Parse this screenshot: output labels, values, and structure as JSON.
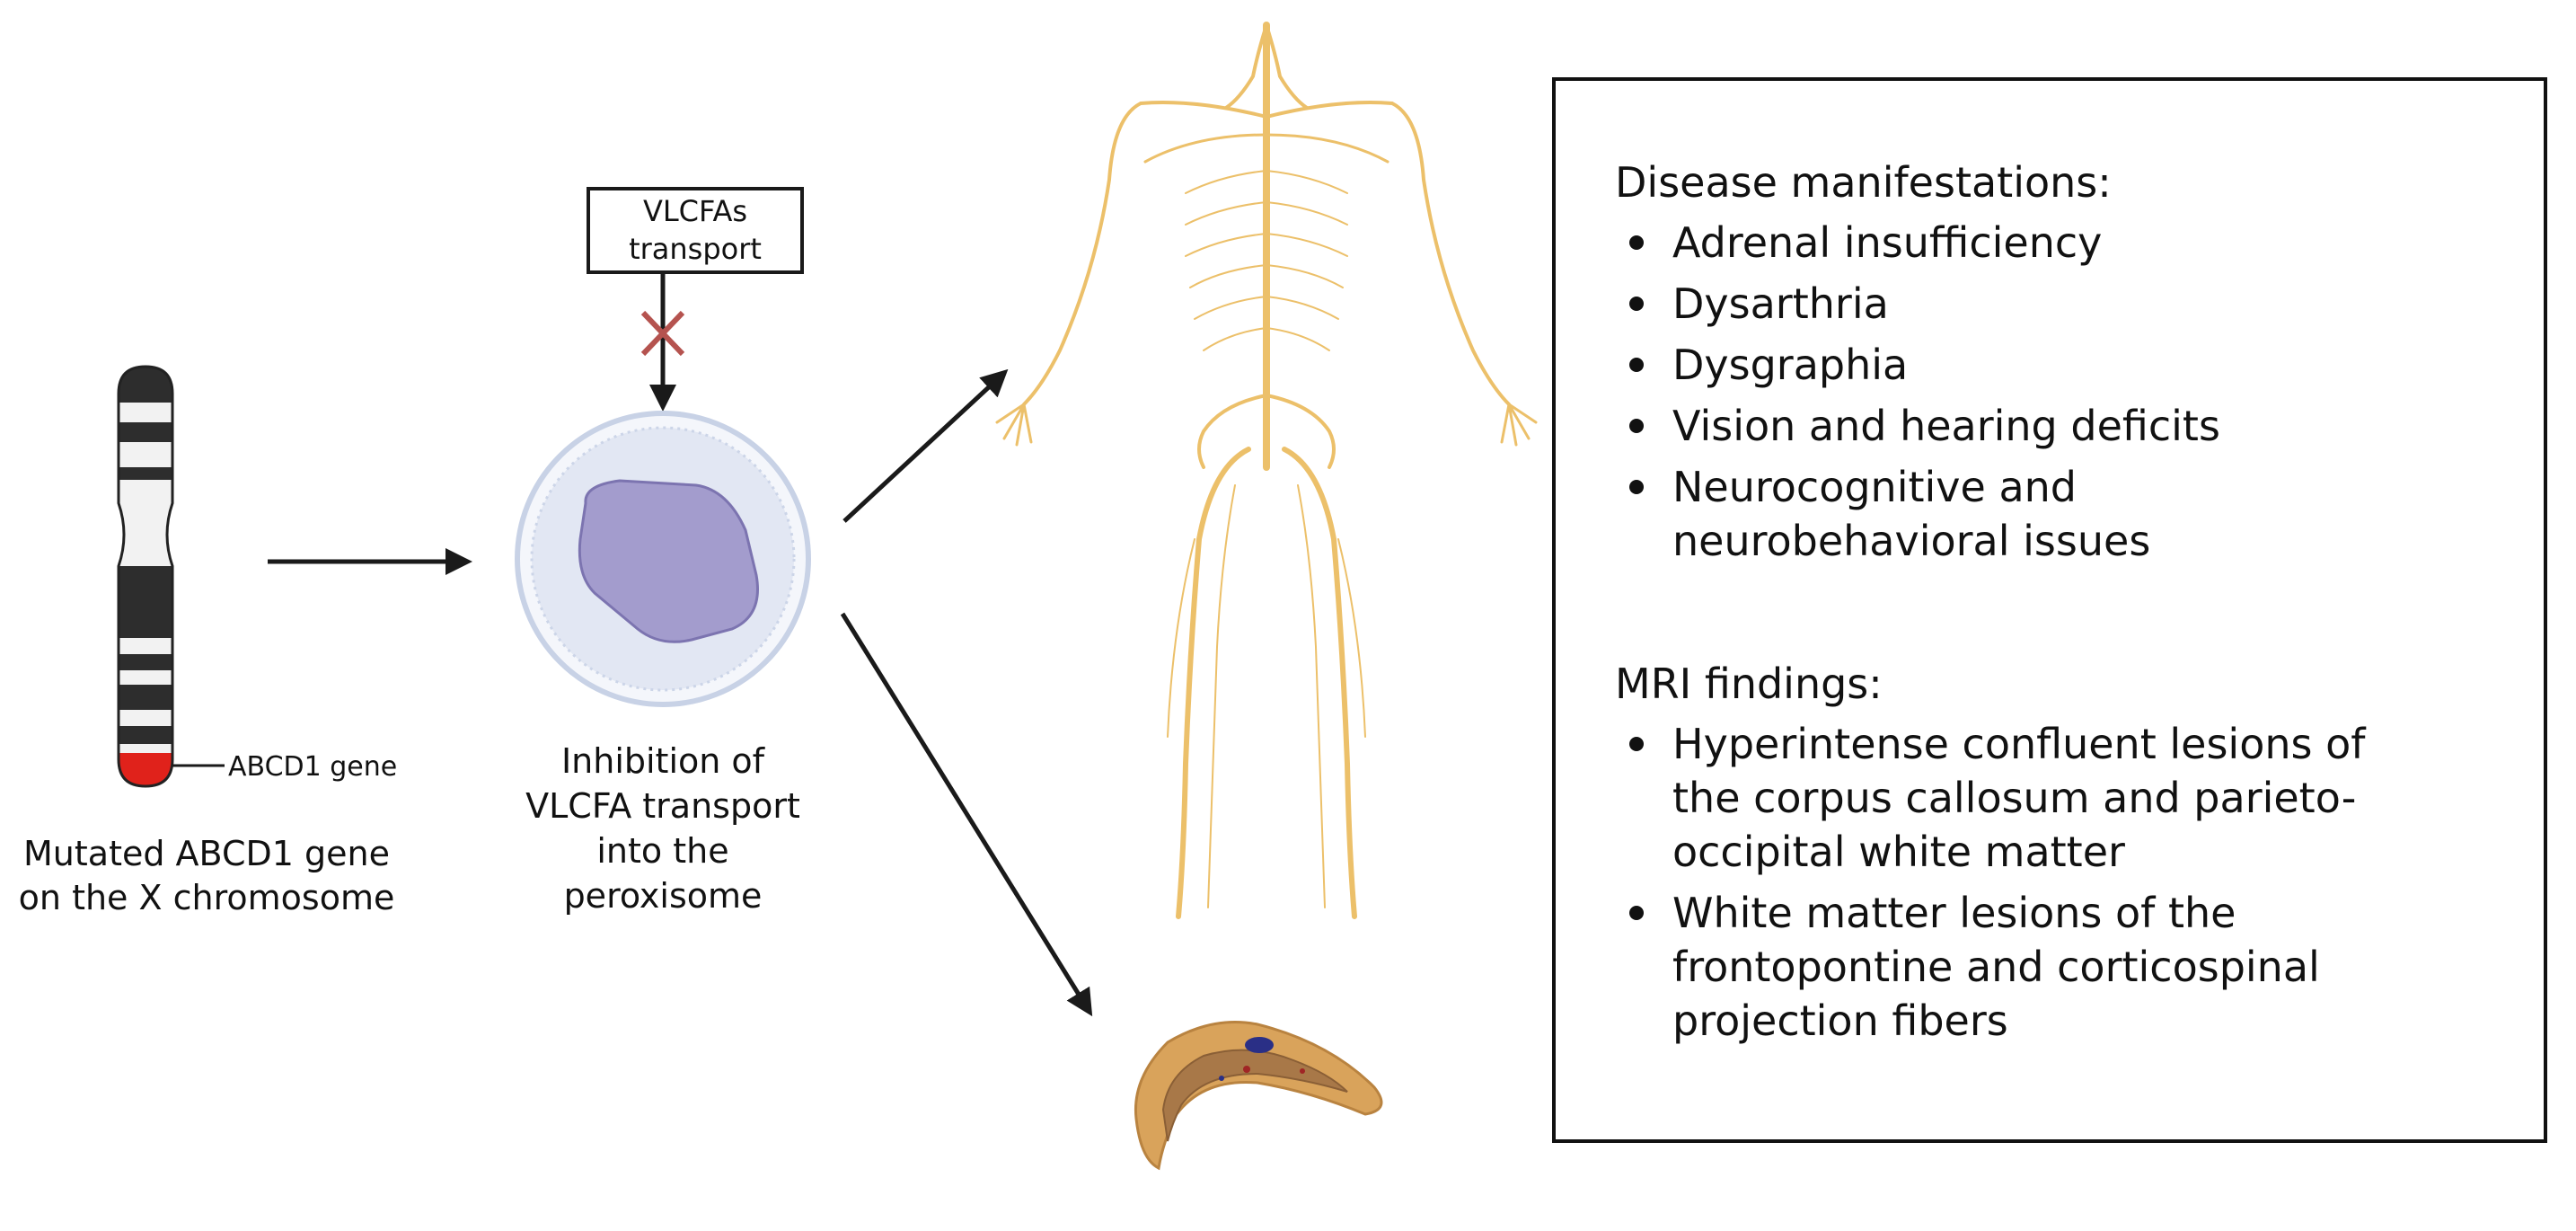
{
  "labels": {
    "chromosome_caption": "Mutated ABCD1 gene on the X chromosome",
    "gene_label": "ABCD1 gene",
    "transport_box": "VLCFAs transport",
    "peroxisome_caption": "Inhibition of VLCFA transport into the peroxisome"
  },
  "box": {
    "disease_title": "Disease manifestations:",
    "disease_items": [
      "Adrenal insufficiency",
      "Dysarthria",
      "Dysgraphia",
      "Vision and hearing deficits",
      "Neurocognitive and neurobehavioral issues"
    ],
    "mri_title": "MRI findings:",
    "mri_items": [
      "Hyperintense confluent lesions of the corpus callosum and parieto-occipital white matter",
      "White matter lesions of the frontopontine and corticospinal projection fibers"
    ]
  },
  "colors": {
    "arrow": "#1a1a1a",
    "inhibit_cross": "#b5534f",
    "gene_marker": "#e0221b",
    "chromosome_dark": "#2d2d2d",
    "chromosome_light": "#f2f2f2",
    "peroxisome_membrane": "#c8d2e6",
    "peroxisome_fill": "#e2e7f3",
    "nucleus_fill": "#a39ccd",
    "nerve": "#ecc06a",
    "adrenal_outer": "#d9a35b",
    "adrenal_inner": "#a87848"
  },
  "icons": [
    "x-chromosome-icon",
    "inhibition-cross-icon",
    "peroxisome-icon",
    "nervous-system-icon",
    "adrenal-gland-icon"
  ]
}
